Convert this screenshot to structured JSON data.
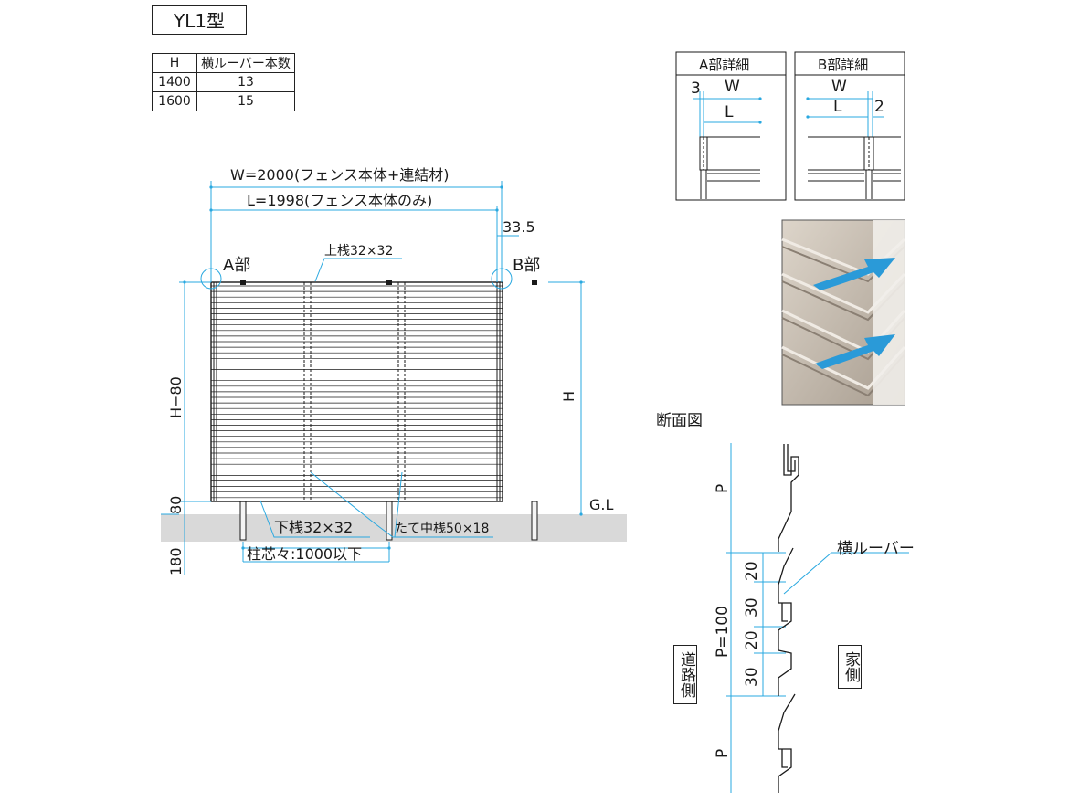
{
  "title": "YL1型",
  "table": {
    "headers": [
      "H",
      "横ルーバー本数"
    ],
    "rows": [
      [
        "1400",
        "13"
      ],
      [
        "1600",
        "15"
      ]
    ]
  },
  "elevation": {
    "w_label": "W=2000(フェンス本体+連結材)",
    "l_label": "L=1998(フェンス本体のみ)",
    "offset_label": "33.5",
    "part_a": "A部",
    "part_b": "B部",
    "top_rail": "上桟32×32",
    "bottom_rail": "下桟32×32",
    "mid_post": "たて中桟50×18",
    "post_pitch": "柱芯々:1000以下",
    "h_minus": "H−80",
    "h_label": "H",
    "gap_80": "80",
    "embed_180": "180",
    "ground": "G.L"
  },
  "detail_a": {
    "title": "A部詳細",
    "dim_3": "3",
    "w": "W",
    "l": "L"
  },
  "detail_b": {
    "title": "B部詳細",
    "w": "W",
    "l": "L",
    "dim_2": "2"
  },
  "section": {
    "title": "断面図",
    "p_top": "P",
    "p_bottom": "P",
    "p_total": "P=100",
    "d1": "20",
    "d2": "30",
    "d3": "20",
    "d4": "30",
    "louver": "横ルーバー",
    "road_side": "道路側",
    "house_side": "家側"
  },
  "colors": {
    "line": "#1a1a1a",
    "dim": "#29a8e0",
    "ground": "#d9d9d9",
    "photo": "#c9bfb2",
    "arrow": "#2a9ad8"
  }
}
